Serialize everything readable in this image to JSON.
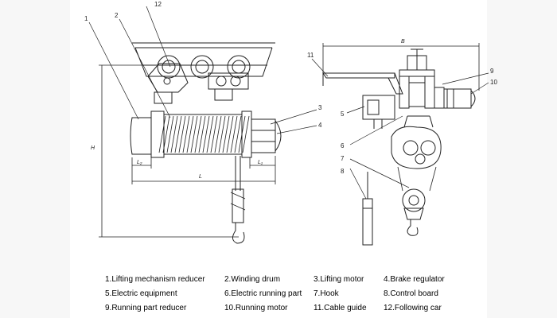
{
  "callouts": {
    "front": [
      "1",
      "2",
      "12",
      "3",
      "4"
    ],
    "side": [
      "11",
      "9",
      "10",
      "5",
      "6",
      "7",
      "8"
    ]
  },
  "dimensions": {
    "height": "H",
    "length": "L",
    "left_offset": "L₂",
    "right_offset": "L₁",
    "width": "B"
  },
  "legend": [
    "1.Lifting mechanism reducer",
    "2.Winding drum",
    "3.Lifting motor",
    "4.Brake regulator",
    "5.Electric equipment",
    "6.Electric running part",
    "7.Hook",
    "8.Control board",
    "9.Running part reducer",
    "10.Running motor",
    "11.Cable guide",
    "12.Following car"
  ]
}
